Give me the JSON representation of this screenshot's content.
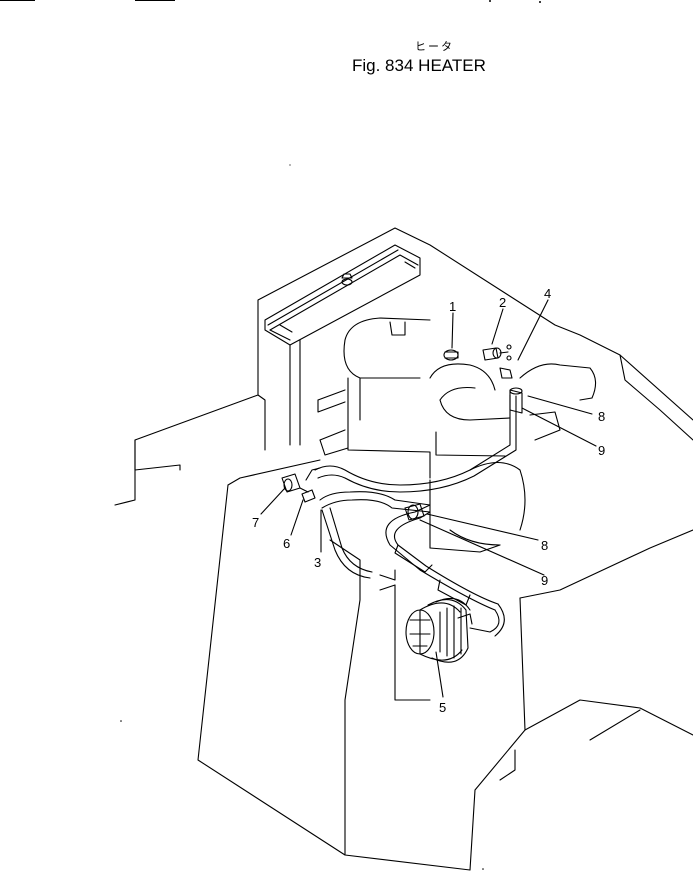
{
  "header": {
    "title_jp": "ヒータ",
    "fig_label": "Fig. 834",
    "title_en": "HEATER"
  },
  "callouts": [
    {
      "id": "c1",
      "label": "1"
    },
    {
      "id": "c2",
      "label": "2"
    },
    {
      "id": "c4",
      "label": "4"
    },
    {
      "id": "c8a",
      "label": "8"
    },
    {
      "id": "c9a",
      "label": "9"
    },
    {
      "id": "c7",
      "label": "7"
    },
    {
      "id": "c6",
      "label": "6"
    },
    {
      "id": "c3",
      "label": "3"
    },
    {
      "id": "c8b",
      "label": "8"
    },
    {
      "id": "c9b",
      "label": "9"
    },
    {
      "id": "c5",
      "label": "5"
    }
  ]
}
